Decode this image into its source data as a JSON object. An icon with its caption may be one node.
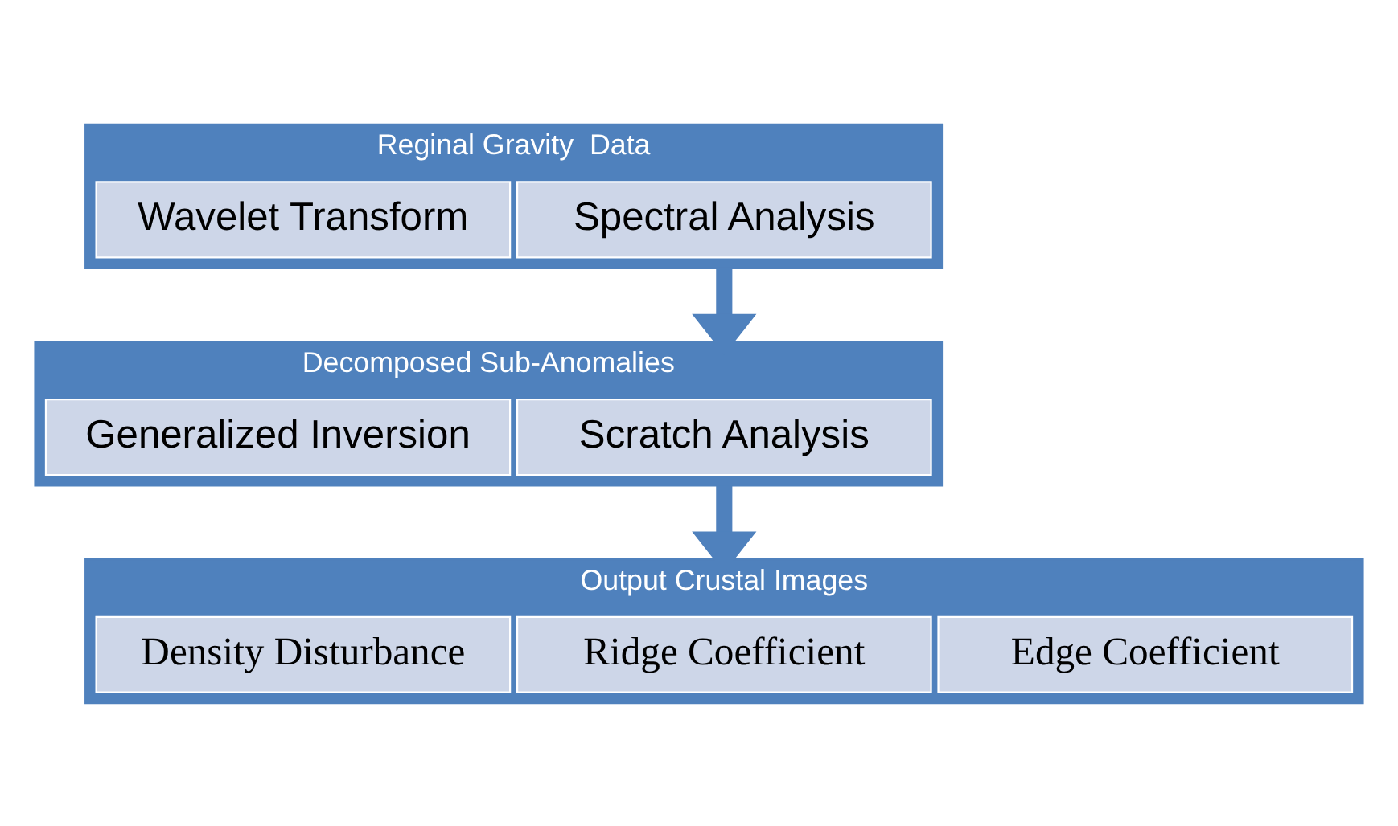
{
  "diagram": {
    "nodes": [
      {
        "text": [
          "Reginal Gravity  Data"
        ]
      },
      {
        "text": [
          "Wavelet Transform"
        ],
        "in": 0
      },
      {
        "text": [
          "Spectral Analysis"
        ],
        "in": 0
      },
      {
        "text": [
          "Decomposed Sub-Anomalies"
        ]
      },
      {
        "text": [
          "Generalized Inversion"
        ],
        "in": 3
      },
      {
        "text": [
          "Scratch Analysis"
        ],
        "in": 3
      },
      {
        "text": [
          "Output Crustal Images"
        ]
      },
      {
        "text": [
          "Density Disturbance"
        ],
        "in": 6
      },
      {
        "text": [
          "Ridge Coefficient"
        ],
        "in": 6
      },
      {
        "text": [
          "Edge Coefficient"
        ],
        "in": 6
      }
    ],
    "edges": [
      {
        "from": 0,
        "to": 3,
        "arrow": "to"
      },
      {
        "from": 3,
        "to": 6,
        "arrow": "to"
      }
    ]
  }
}
